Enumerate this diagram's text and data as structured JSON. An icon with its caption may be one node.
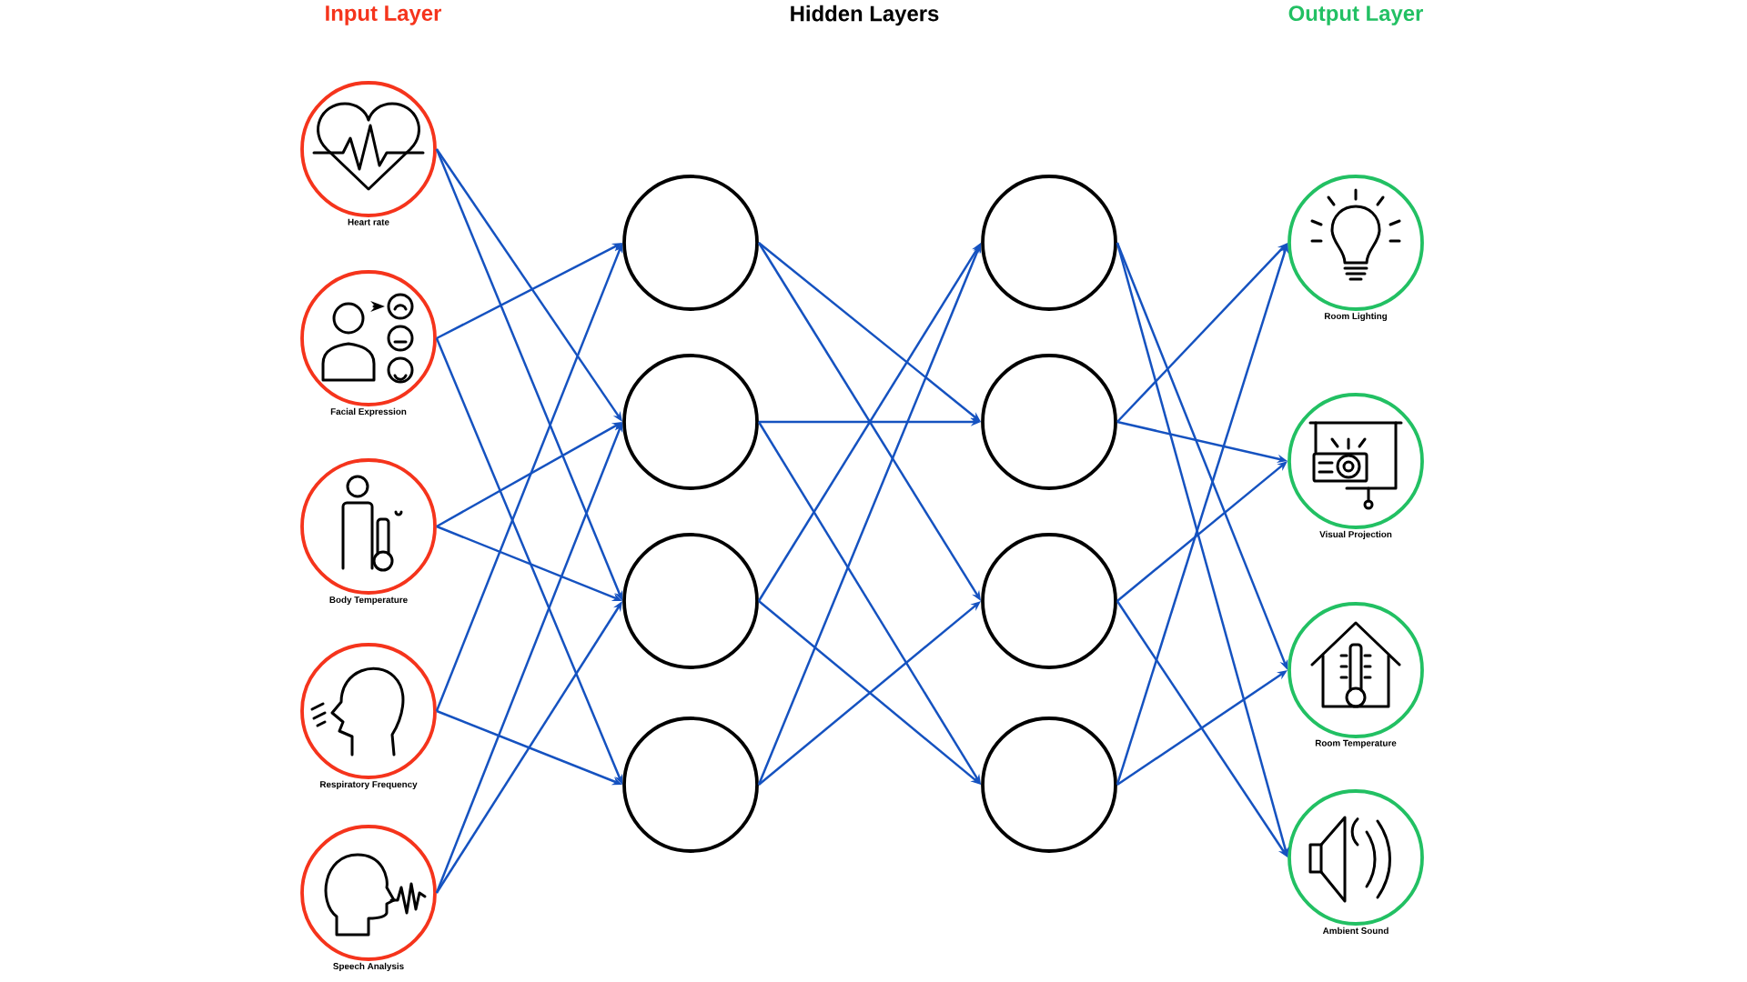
{
  "diagram": {
    "nodes": [
      {
        "text": [
          "Heart rate"
        ]
      },
      {
        "text": [
          "Facial Expression"
        ]
      },
      {
        "text": [
          "Body Temperature"
        ]
      },
      {
        "text": [
          "Respiratory Frequency"
        ]
      },
      {
        "text": [
          "Speech Analysis"
        ]
      },
      {
        "text": [],
        "shape": "circle"
      },
      {
        "text": [],
        "shape": "circle"
      },
      {
        "text": [],
        "shape": "circle"
      },
      {
        "text": [],
        "shape": "circle"
      },
      {
        "text": [],
        "shape": "circle"
      },
      {
        "text": [],
        "shape": "circle"
      },
      {
        "text": [],
        "shape": "circle"
      },
      {
        "text": [],
        "shape": "circle"
      },
      {
        "text": [
          "Room Lighting"
        ]
      },
      {
        "text": [
          "Visual Projection"
        ]
      },
      {
        "text": [
          "Room Temperature"
        ]
      },
      {
        "text": [
          "Ambient Sound"
        ]
      }
    ],
    "edges": [
      {
        "from": 0,
        "to": 6,
        "arrow": "to"
      },
      {
        "from": 0,
        "to": 7,
        "arrow": "to"
      },
      {
        "from": 1,
        "to": 5,
        "arrow": "to"
      },
      {
        "from": 1,
        "to": 8,
        "arrow": "to"
      },
      {
        "from": 2,
        "to": 6,
        "arrow": "to"
      },
      {
        "from": 2,
        "to": 7,
        "arrow": "to"
      },
      {
        "from": 3,
        "to": 5,
        "arrow": "to"
      },
      {
        "from": 3,
        "to": 8,
        "arrow": "to"
      },
      {
        "from": 4,
        "to": 6,
        "arrow": "to"
      },
      {
        "from": 4,
        "to": 7,
        "arrow": "to"
      },
      {
        "from": 5,
        "to": 10,
        "arrow": "to"
      },
      {
        "from": 5,
        "to": 11,
        "arrow": "to"
      },
      {
        "from": 6,
        "to": 10,
        "arrow": "to"
      },
      {
        "from": 6,
        "to": 12,
        "arrow": "to"
      },
      {
        "from": 7,
        "to": 9,
        "arrow": "to"
      },
      {
        "from": 7,
        "to": 12,
        "arrow": "to"
      },
      {
        "from": 8,
        "to": 9,
        "arrow": "to"
      },
      {
        "from": 8,
        "to": 11,
        "arrow": "to"
      },
      {
        "from": 9,
        "to": 15,
        "arrow": "to"
      },
      {
        "from": 9,
        "to": 16,
        "arrow": "to"
      },
      {
        "from": 10,
        "to": 13,
        "arrow": "to"
      },
      {
        "from": 10,
        "to": 14,
        "arrow": "to"
      },
      {
        "from": 11,
        "to": 14,
        "arrow": "to"
      },
      {
        "from": 11,
        "to": 16,
        "arrow": "to"
      },
      {
        "from": 12,
        "to": 13,
        "arrow": "to"
      },
      {
        "from": 12,
        "to": 15,
        "arrow": "to"
      }
    ],
    "labels": [
      "Input Layer",
      "Hidden Layers",
      "Output Layer"
    ]
  }
}
